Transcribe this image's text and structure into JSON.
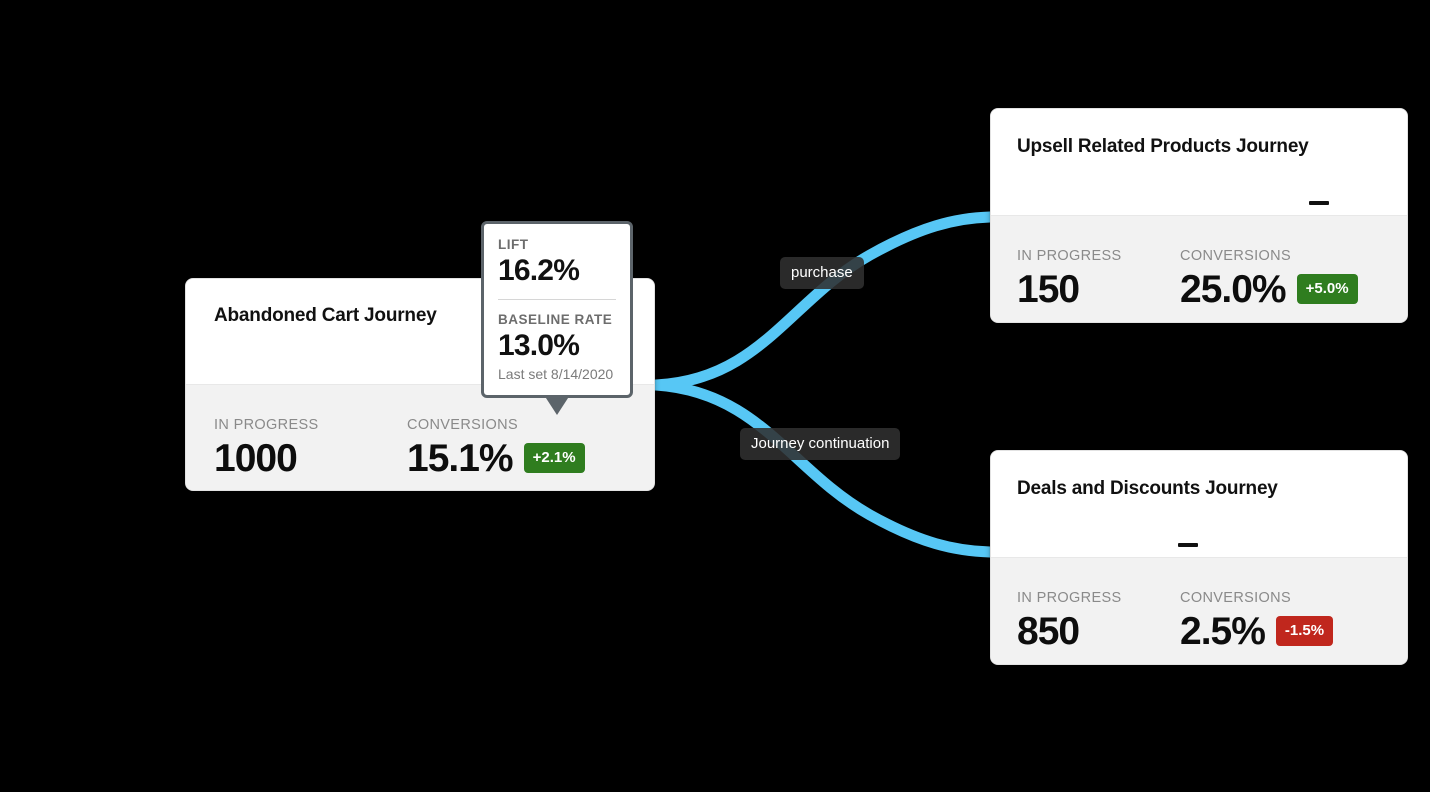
{
  "theme": {
    "background": "#000000",
    "edge_color": "#57c7f5",
    "card_bg": "#ffffff",
    "card_footer_bg": "#f2f2f2",
    "positive_badge": "#2f7d1f",
    "negative_badge": "#c0271d",
    "tooltip_border": "#5c646a"
  },
  "cards": [
    {
      "id": "abandoned-cart",
      "title": "Abandoned Cart Journey",
      "in_progress_label": "IN PROGRESS",
      "in_progress_value": "1000",
      "conversions_label": "CONVERSIONS",
      "conversions_value": "15.1%",
      "delta": "+2.1%",
      "delta_direction": "up",
      "trend": "flat"
    },
    {
      "id": "upsell-related-products",
      "title": "Upsell Related Products Journey",
      "in_progress_label": "IN PROGRESS",
      "in_progress_value": "150",
      "conversions_label": "CONVERSIONS",
      "conversions_value": "25.0%",
      "delta": "+5.0%",
      "delta_direction": "up",
      "trend": "flat"
    },
    {
      "id": "deals-and-discounts",
      "title": "Deals and Discounts Journey",
      "in_progress_label": "IN PROGRESS",
      "in_progress_value": "850",
      "conversions_label": "CONVERSIONS",
      "conversions_value": "2.5%",
      "delta": "-1.5%",
      "delta_direction": "down",
      "trend": "flat"
    }
  ],
  "tooltip": {
    "lift_label": "LIFT",
    "lift_value": "16.2%",
    "baseline_label": "BASELINE RATE",
    "baseline_value": "13.0%",
    "baseline_note": "Last set 8/14/2020"
  },
  "edges": [
    {
      "id": "edge-purchase",
      "label": "purchase",
      "from": "abandoned-cart",
      "to": "upsell-related-products"
    },
    {
      "id": "edge-continuation",
      "label": "Journey continuation",
      "from": "abandoned-cart",
      "to": "deals-and-discounts"
    }
  ]
}
